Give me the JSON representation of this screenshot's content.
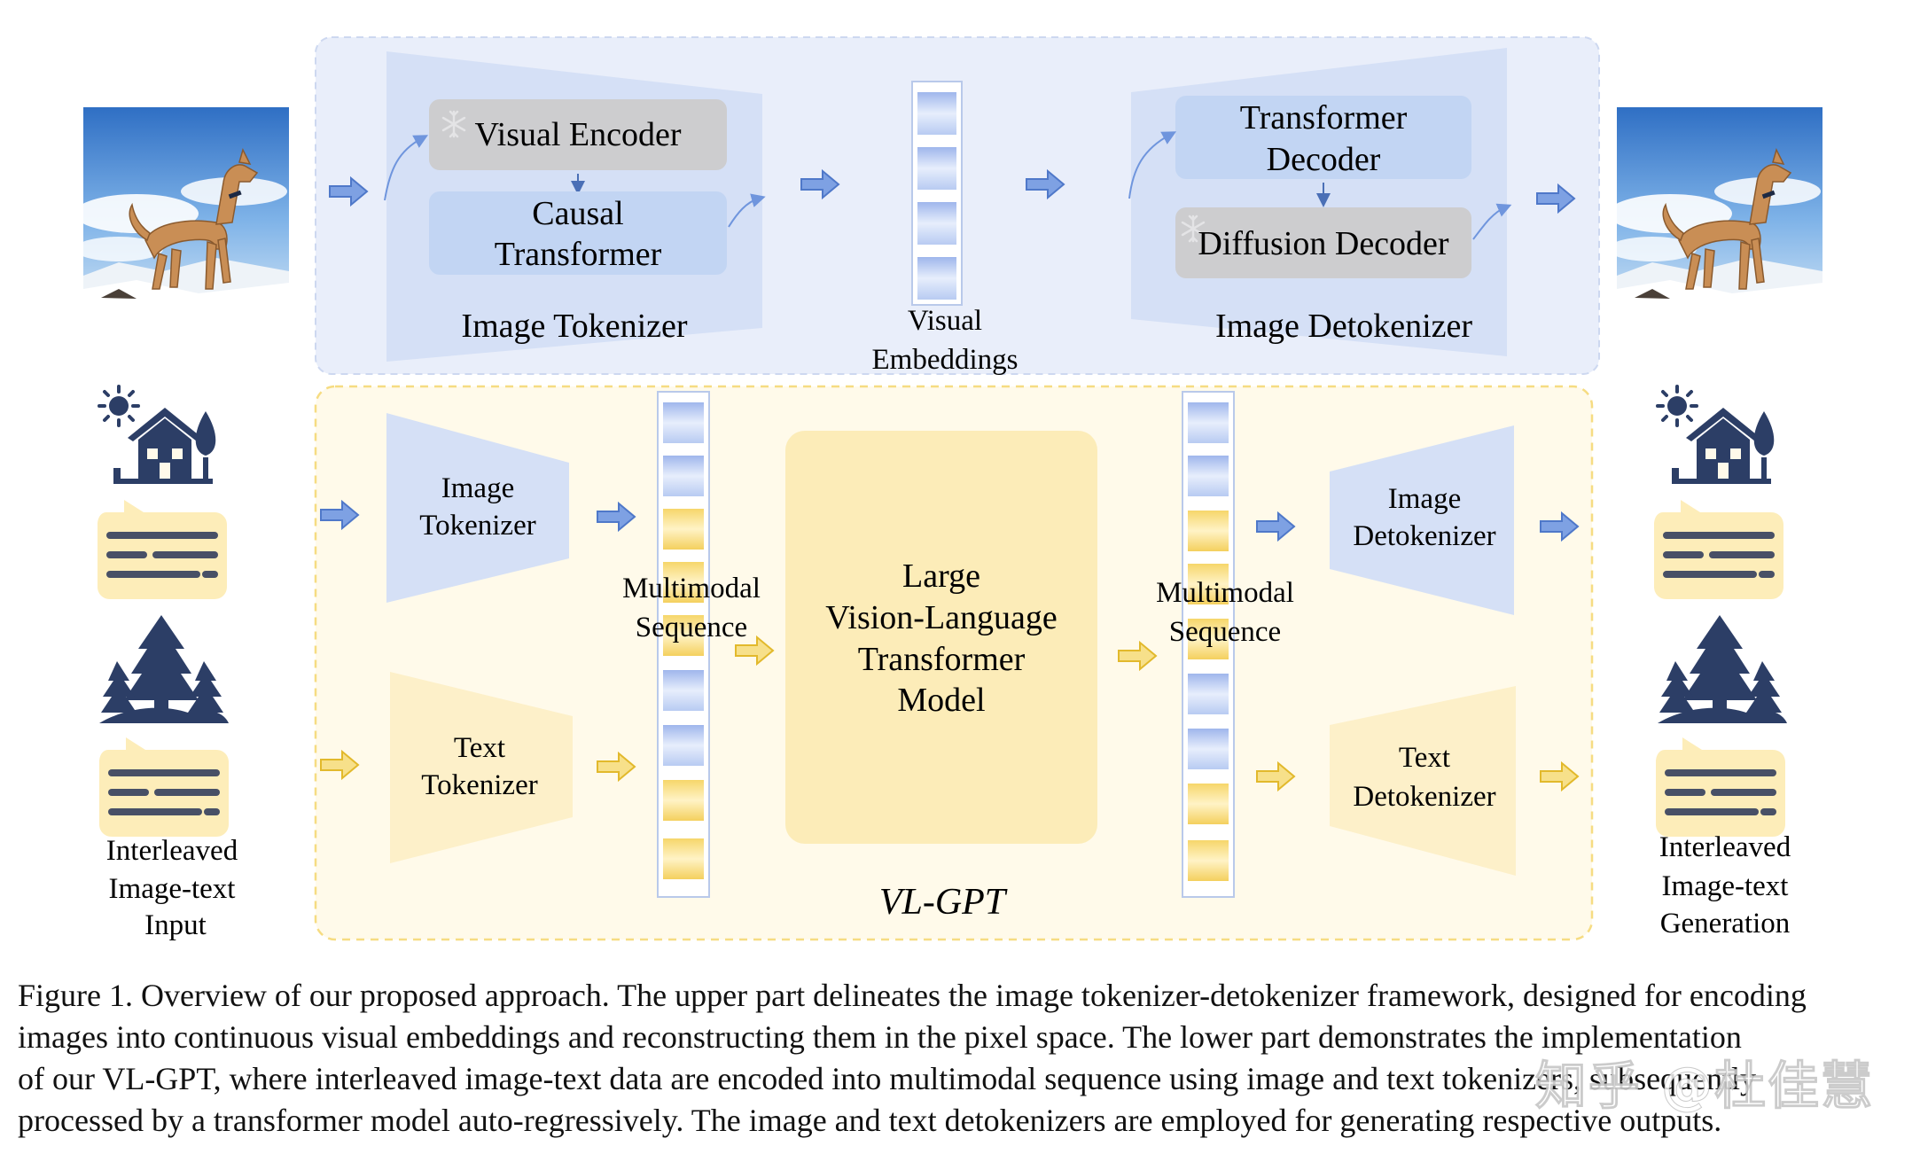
{
  "colors": {
    "blue_panel": "#e9eefa",
    "blue_shape": "#d5e0f6",
    "blue_box": "#c2d5f3",
    "gray_box": "#cdcdcf",
    "yellow_panel": "#fffaea",
    "yellow_shape": "#fdf0c9",
    "yellow_box": "#fcecb8",
    "arrow_blue": "#6f95dd",
    "arrow_yellow": "#f1d366",
    "icon_navy": "#2c3e66"
  },
  "icons": [
    "sun-icon",
    "house-icon",
    "tree-icon",
    "speech-bubble-icon",
    "snowflake-icon",
    "dog-photo"
  ],
  "upper": {
    "visual_encoder": "Visual Encoder",
    "causal_transformer": [
      "Causal",
      "Transformer"
    ],
    "image_tokenizer": "Image Tokenizer",
    "visual_embeddings": [
      "Visual",
      "Embeddings"
    ],
    "transformer_decoder": [
      "Transformer",
      "Decoder"
    ],
    "diffusion_decoder": "Diffusion Decoder",
    "image_detokenizer": "Image Detokenizer"
  },
  "lower": {
    "image_tokenizer": [
      "Image",
      "Tokenizer"
    ],
    "text_tokenizer": [
      "Text",
      "Tokenizer"
    ],
    "multimodal_sequence_left": [
      "Multimodal",
      "Sequence"
    ],
    "multimodal_sequence_right": [
      "Multimodal",
      "Sequence"
    ],
    "transformer_model": [
      "Large",
      "Vision-Language",
      "Transformer",
      "Model"
    ],
    "image_detokenizer": [
      "Image",
      "Detokenizer"
    ],
    "text_detokenizer": [
      "Text",
      "Detokenizer"
    ],
    "title": "VL-GPT",
    "input_label": [
      "Interleaved",
      "Image-text",
      "Input"
    ],
    "output_label": [
      "Interleaved",
      "Image-text",
      "Generation"
    ]
  },
  "caption": [
    "Figure 1. Overview of our proposed approach. The upper part delineates the image tokenizer-detokenizer framework, designed for encoding",
    "images into continuous visual embeddings and reconstructing them in the pixel space.  The lower part demonstrates the implementation",
    "of our VL-GPT, where interleaved image-text data are encoded into multimodal sequence using image and text tokenizers, subsequently",
    "processed by a transformer model auto-regressively. The image and text detokenizers are employed for generating respective outputs."
  ],
  "watermark": "知乎 @杜佳慧"
}
